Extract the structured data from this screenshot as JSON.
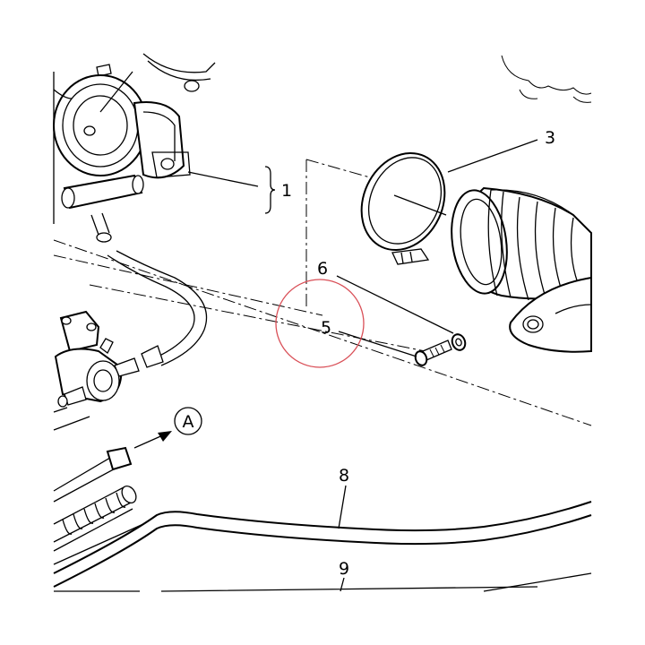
{
  "callouts": {
    "c1": "1",
    "c3": "3",
    "c5": "5",
    "c6": "6",
    "c8": "8",
    "c9": "9",
    "view_a": "A"
  },
  "highlight_color": "#d94f57"
}
